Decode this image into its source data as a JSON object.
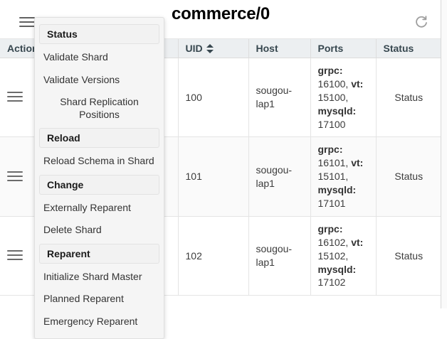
{
  "header": {
    "title": "commerce/0",
    "menu_icon": "hamburger-icon",
    "refresh_icon": "refresh-icon"
  },
  "table": {
    "columns": [
      {
        "key": "action",
        "label": "Action(s)",
        "sortable": false
      },
      {
        "key": "uid",
        "label": "UID",
        "sortable": true
      },
      {
        "key": "host",
        "label": "Host",
        "sortable": false
      },
      {
        "key": "ports",
        "label": "Ports",
        "sortable": false
      },
      {
        "key": "status",
        "label": "Status",
        "sortable": false
      }
    ],
    "rows": [
      {
        "uid": "100",
        "host": "sougou-lap1",
        "ports": {
          "grpc_label": "grpc:",
          "grpc": "16100,",
          "vt_label": "vt:",
          "vt": "15100,",
          "mysqld_label": "mysqld:",
          "mysqld": "17100"
        },
        "status": "Status"
      },
      {
        "uid": "101",
        "host": "sougou-lap1",
        "ports": {
          "grpc_label": "grpc:",
          "grpc": "16101,",
          "vt_label": "vt:",
          "vt": "15101,",
          "mysqld_label": "mysqld:",
          "mysqld": "17101"
        },
        "status": "Status"
      },
      {
        "uid": "102",
        "host": "sougou-lap1",
        "ports": {
          "grpc_label": "grpc:",
          "grpc": "16102,",
          "vt_label": "vt:",
          "vt": "15102,",
          "mysqld_label": "mysqld:",
          "mysqld": "17102"
        },
        "status": "Status"
      }
    ]
  },
  "menu": {
    "groups": [
      {
        "header": "Status",
        "items": [
          {
            "label": "Validate Shard",
            "centered": false
          },
          {
            "label": "Validate Versions",
            "centered": false
          },
          {
            "label": "Shard Replication Positions",
            "centered": true
          }
        ]
      },
      {
        "header": "Reload",
        "items": [
          {
            "label": "Reload Schema in Shard",
            "centered": false
          }
        ]
      },
      {
        "header": "Change",
        "items": [
          {
            "label": "Externally Reparent",
            "centered": false
          },
          {
            "label": "Delete Shard",
            "centered": false
          }
        ]
      },
      {
        "header": "Reparent",
        "items": [
          {
            "label": "Initialize Shard Master",
            "centered": false
          },
          {
            "label": "Planned Reparent",
            "centered": false
          },
          {
            "label": "Emergency Reparent",
            "centered": false
          }
        ]
      }
    ]
  },
  "colors": {
    "header_bg": "#eceff1",
    "row_alt_bg": "#fafafa",
    "menu_bg": "#f5f5f5",
    "text": "#333333"
  }
}
